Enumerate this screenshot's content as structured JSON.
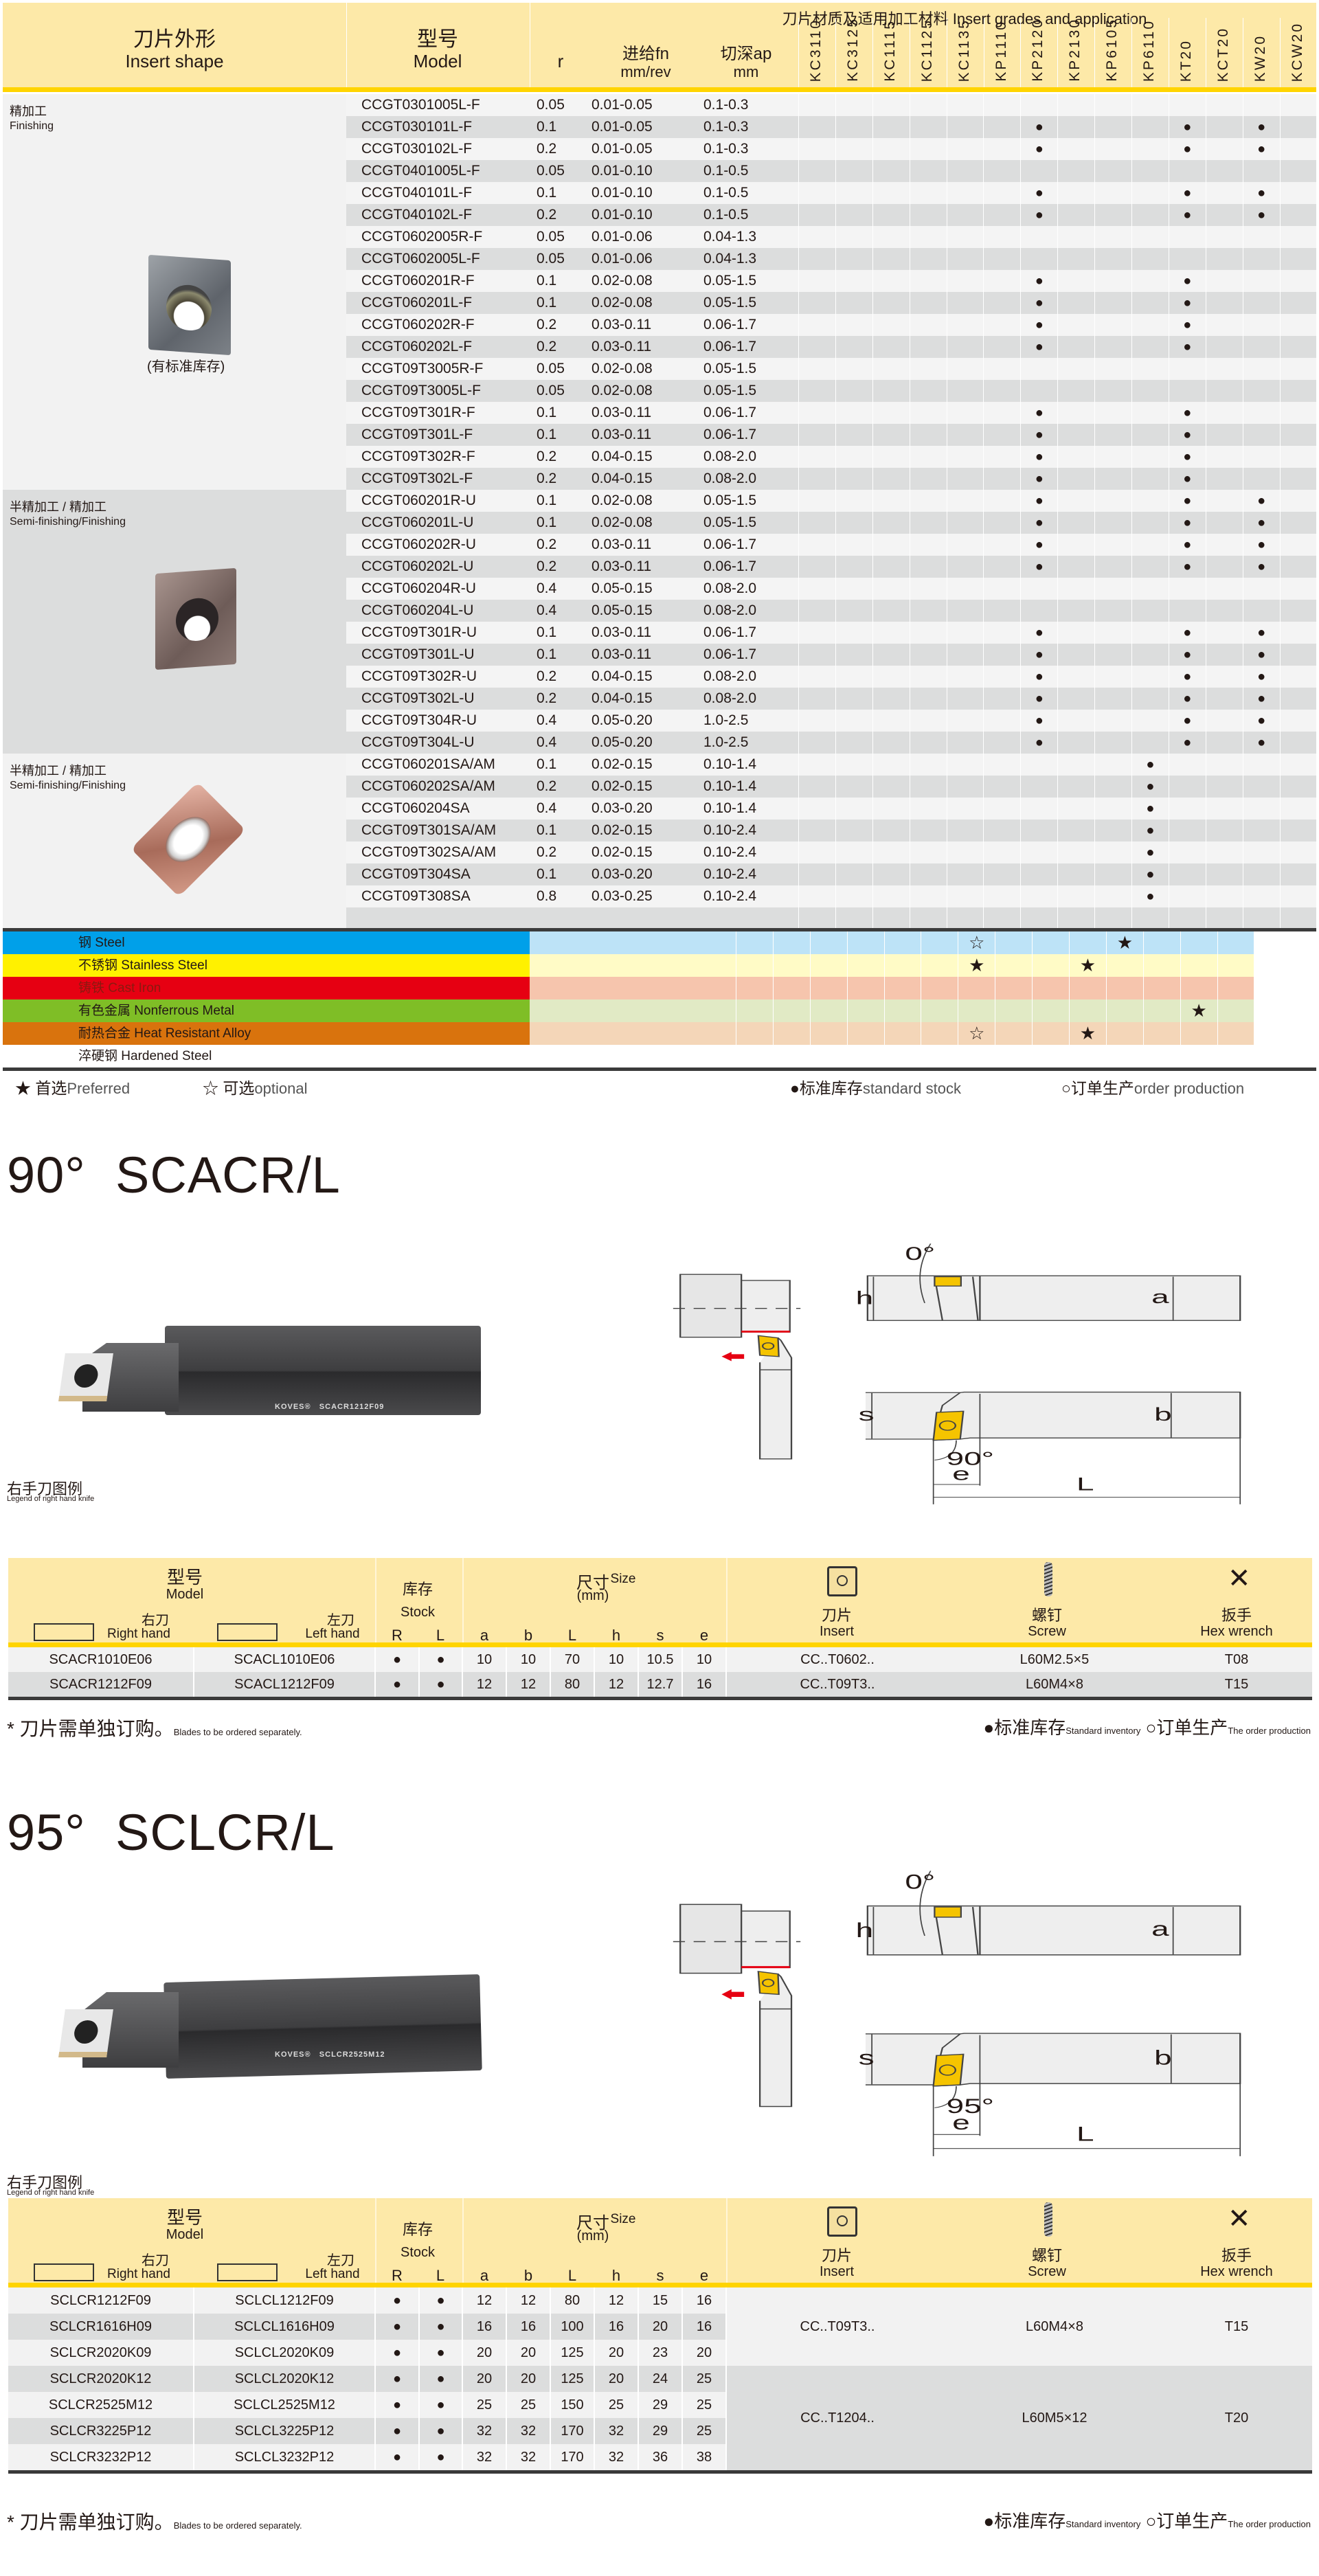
{
  "insert_table": {
    "header": {
      "shape_cn": "刀片外形",
      "shape_en": "Insert shape",
      "model_cn": "型号",
      "model_en": "Model",
      "r": "r",
      "fn_cn": "进给fn",
      "fn_unit": "mm/rev",
      "ap_cn": "切深ap",
      "ap_unit": "mm",
      "grades_title": "刀片材质及适用加工材料 Insert grades and application"
    },
    "grades": [
      "KC3110",
      "KC3125",
      "KC1115",
      "KC1125",
      "KC1135",
      "KP1110",
      "KP2120",
      "KP2130",
      "KP6105",
      "KP6110",
      "KT20",
      "KCT20",
      "KW20",
      "KCW20"
    ],
    "sections": [
      {
        "label_cn": "精加工",
        "label_en": "Finishing",
        "note": "(有标准库存)",
        "rows": [
          {
            "model": "CCGT0301005L-F",
            "r": "0.05",
            "fn": "0.01-0.05",
            "ap": "0.1-0.3",
            "marks": []
          },
          {
            "model": "CCGT030101L-F",
            "r": "0.1",
            "fn": "0.01-0.05",
            "ap": "0.1-0.3",
            "marks": [
              "KP2120",
              "KT20",
              "KW20"
            ]
          },
          {
            "model": "CCGT030102L-F",
            "r": "0.2",
            "fn": "0.01-0.05",
            "ap": "0.1-0.3",
            "marks": [
              "KP2120",
              "KT20",
              "KW20"
            ]
          },
          {
            "model": "CCGT0401005L-F",
            "r": "0.05",
            "fn": "0.01-0.10",
            "ap": "0.1-0.5",
            "marks": []
          },
          {
            "model": "CCGT040101L-F",
            "r": "0.1",
            "fn": "0.01-0.10",
            "ap": "0.1-0.5",
            "marks": [
              "KP2120",
              "KT20",
              "KW20"
            ]
          },
          {
            "model": "CCGT040102L-F",
            "r": "0.2",
            "fn": "0.01-0.10",
            "ap": "0.1-0.5",
            "marks": [
              "KP2120",
              "KT20",
              "KW20"
            ]
          },
          {
            "model": "CCGT0602005R-F",
            "r": "0.05",
            "fn": "0.01-0.06",
            "ap": "0.04-1.3",
            "marks": []
          },
          {
            "model": "CCGT0602005L-F",
            "r": "0.05",
            "fn": "0.01-0.06",
            "ap": "0.04-1.3",
            "marks": []
          },
          {
            "model": "CCGT060201R-F",
            "r": "0.1",
            "fn": "0.02-0.08",
            "ap": "0.05-1.5",
            "marks": [
              "KP2120",
              "KT20"
            ]
          },
          {
            "model": "CCGT060201L-F",
            "r": "0.1",
            "fn": "0.02-0.08",
            "ap": "0.05-1.5",
            "marks": [
              "KP2120",
              "KT20"
            ]
          },
          {
            "model": "CCGT060202R-F",
            "r": "0.2",
            "fn": "0.03-0.11",
            "ap": "0.06-1.7",
            "marks": [
              "KP2120",
              "KT20"
            ]
          },
          {
            "model": "CCGT060202L-F",
            "r": "0.2",
            "fn": "0.03-0.11",
            "ap": "0.06-1.7",
            "marks": [
              "KP2120",
              "KT20"
            ]
          },
          {
            "model": "CCGT09T3005R-F",
            "r": "0.05",
            "fn": "0.02-0.08",
            "ap": "0.05-1.5",
            "marks": []
          },
          {
            "model": "CCGT09T3005L-F",
            "r": "0.05",
            "fn": "0.02-0.08",
            "ap": "0.05-1.5",
            "marks": []
          },
          {
            "model": "CCGT09T301R-F",
            "r": "0.1",
            "fn": "0.03-0.11",
            "ap": "0.06-1.7",
            "marks": [
              "KP2120",
              "KT20"
            ]
          },
          {
            "model": "CCGT09T301L-F",
            "r": "0.1",
            "fn": "0.03-0.11",
            "ap": "0.06-1.7",
            "marks": [
              "KP2120",
              "KT20"
            ]
          },
          {
            "model": "CCGT09T302R-F",
            "r": "0.2",
            "fn": "0.04-0.15",
            "ap": "0.08-2.0",
            "marks": [
              "KP2120",
              "KT20"
            ]
          },
          {
            "model": "CCGT09T302L-F",
            "r": "0.2",
            "fn": "0.04-0.15",
            "ap": "0.08-2.0",
            "marks": [
              "KP2120",
              "KT20"
            ]
          }
        ]
      },
      {
        "label_cn": "半精加工 / 精加工",
        "label_en": "Semi-finishing/Finishing",
        "rows": [
          {
            "model": "CCGT060201R-U",
            "r": "0.1",
            "fn": "0.02-0.08",
            "ap": "0.05-1.5",
            "marks": [
              "KP2120",
              "KT20",
              "KW20"
            ]
          },
          {
            "model": "CCGT060201L-U",
            "r": "0.1",
            "fn": "0.02-0.08",
            "ap": "0.05-1.5",
            "marks": [
              "KP2120",
              "KT20",
              "KW20"
            ]
          },
          {
            "model": "CCGT060202R-U",
            "r": "0.2",
            "fn": "0.03-0.11",
            "ap": "0.06-1.7",
            "marks": [
              "KP2120",
              "KT20",
              "KW20"
            ]
          },
          {
            "model": "CCGT060202L-U",
            "r": "0.2",
            "fn": "0.03-0.11",
            "ap": "0.06-1.7",
            "marks": [
              "KP2120",
              "KT20",
              "KW20"
            ]
          },
          {
            "model": "CCGT060204R-U",
            "r": "0.4",
            "fn": "0.05-0.15",
            "ap": "0.08-2.0",
            "marks": []
          },
          {
            "model": "CCGT060204L-U",
            "r": "0.4",
            "fn": "0.05-0.15",
            "ap": "0.08-2.0",
            "marks": []
          },
          {
            "model": "CCGT09T301R-U",
            "r": "0.1",
            "fn": "0.03-0.11",
            "ap": "0.06-1.7",
            "marks": [
              "KP2120",
              "KT20",
              "KW20"
            ]
          },
          {
            "model": "CCGT09T301L-U",
            "r": "0.1",
            "fn": "0.03-0.11",
            "ap": "0.06-1.7",
            "marks": [
              "KP2120",
              "KT20",
              "KW20"
            ]
          },
          {
            "model": "CCGT09T302R-U",
            "r": "0.2",
            "fn": "0.04-0.15",
            "ap": "0.08-2.0",
            "marks": [
              "KP2120",
              "KT20",
              "KW20"
            ]
          },
          {
            "model": "CCGT09T302L-U",
            "r": "0.2",
            "fn": "0.04-0.15",
            "ap": "0.08-2.0",
            "marks": [
              "KP2120",
              "KT20",
              "KW20"
            ]
          },
          {
            "model": "CCGT09T304R-U",
            "r": "0.4",
            "fn": "0.05-0.20",
            "ap": "1.0-2.5",
            "marks": [
              "KP2120",
              "KT20",
              "KW20"
            ]
          },
          {
            "model": "CCGT09T304L-U",
            "r": "0.4",
            "fn": "0.05-0.20",
            "ap": "1.0-2.5",
            "marks": [
              "KP2120",
              "KT20",
              "KW20"
            ]
          }
        ]
      },
      {
        "label_cn": "半精加工 / 精加工",
        "label_en": "Semi-finishing/Finishing",
        "rows": [
          {
            "model": "CCGT060201SA/AM",
            "r": "0.1",
            "fn": "0.02-0.15",
            "ap": "0.10-1.4",
            "marks": [
              "KP6110"
            ]
          },
          {
            "model": "CCGT060202SA/AM",
            "r": "0.2",
            "fn": "0.02-0.15",
            "ap": "0.10-1.4",
            "marks": [
              "KP6110"
            ]
          },
          {
            "model": "CCGT060204SA",
            "r": "0.4",
            "fn": "0.03-0.20",
            "ap": "0.10-1.4",
            "marks": [
              "KP6110"
            ]
          },
          {
            "model": "CCGT09T301SA/AM",
            "r": "0.1",
            "fn": "0.02-0.15",
            "ap": "0.10-2.4",
            "marks": [
              "KP6110"
            ]
          },
          {
            "model": "CCGT09T302SA/AM",
            "r": "0.2",
            "fn": "0.02-0.15",
            "ap": "0.10-2.4",
            "marks": [
              "KP6110"
            ]
          },
          {
            "model": "CCGT09T304SA",
            "r": "0.1",
            "fn": "0.03-0.20",
            "ap": "0.10-2.4",
            "marks": [
              "KP6110"
            ]
          },
          {
            "model": "CCGT09T308SA",
            "r": "0.8",
            "fn": "0.03-0.25",
            "ap": "0.10-2.4",
            "marks": [
              "KP6110"
            ]
          }
        ]
      }
    ],
    "stock_mark": "●",
    "materials": [
      {
        "label": "钢 Steel",
        "color": "#00a0e9",
        "tint": "#bde3f7",
        "text_color": "#231815",
        "marks": {
          "KP2120": "☆",
          "KT20": "★"
        }
      },
      {
        "label": "不锈钢 Stainless Steel",
        "color": "#fff100",
        "tint": "#fffbc6",
        "text_color": "#231815",
        "marks": {
          "KP2120": "★",
          "KP6110": "★"
        }
      },
      {
        "label": "铸铁 Cast Iron",
        "color": "#e60012",
        "tint": "#f6c5ad",
        "text_color": "#8a1a10",
        "marks": {}
      },
      {
        "label": "有色金属 Nonferrous Metal",
        "color": "#7fbe26",
        "tint": "#e1eac5",
        "text_color": "#231815",
        "marks": {
          "KW20": "★"
        }
      },
      {
        "label": "耐热合金 Heat Resistant Alloy",
        "color": "#d9730d",
        "tint": "#f4d6b8",
        "text_color": "#231815",
        "marks": {
          "KP2120": "☆",
          "KP6110": "★"
        }
      },
      {
        "label": "淬硬钢 Hardened Steel",
        "color": "#ffffff",
        "tint": "#ffffff",
        "text_color": "#231815",
        "marks": {}
      }
    ],
    "legend": {
      "preferred_mark": "★",
      "preferred_cn": "首选",
      "preferred_en": "Preferred",
      "optional_mark": "☆",
      "optional_cn": "可选",
      "optional_en": "optional",
      "stock_mark": "●",
      "stock_cn": "标准库存",
      "stock_en": "standard stock",
      "order_mark": "○",
      "order_cn": "订单生产",
      "order_en": "order production"
    }
  },
  "tool_table_header": {
    "model_cn": "型号",
    "model_en": "Model",
    "right_cn": "右刀",
    "right_en": "Right hand",
    "left_cn": "左刀",
    "left_en": "Left hand",
    "stock_cn": "库存",
    "stock_en": "Stock",
    "R": "R",
    "L": "L",
    "size_cn": "尺寸",
    "size_en": "Size",
    "size_unit": "(mm)",
    "dims": [
      "a",
      "b",
      "L",
      "h",
      "s",
      "e"
    ],
    "insert_cn": "刀片",
    "insert_en": "Insert",
    "screw_cn": "螺钉",
    "screw_en": "Screw",
    "wrench_cn": "扳手",
    "wrench_en": "Hex wrench"
  },
  "footer": {
    "note_cn": "* 刀片需单独订购。",
    "note_en": "Blades to be ordered separately.",
    "stock_mark": "●",
    "stock_cn": "标准库存",
    "stock_en": "Standard inventory",
    "order_mark": "○",
    "order_cn": "订单生产",
    "order_en": "The order production"
  },
  "holders": [
    {
      "angle": "90°",
      "name": "SCACR/L",
      "photo_brand": "KOVES®",
      "photo_model": "SCACR1212F09",
      "caption_cn": "右手刀图例",
      "caption_en": "Legend of right hand knife",
      "diagram": {
        "rake": "0°",
        "lead": "90°",
        "h": "h",
        "a": "a",
        "s": "s",
        "b": "b",
        "e": "e",
        "L": "L"
      },
      "rows": [
        {
          "right": "SCACR1010E06",
          "left": "SCACL1010E06",
          "R": "●",
          "L": "●",
          "a": "10",
          "b": "10",
          "len": "70",
          "h": "10",
          "s": "10.5",
          "e": "10",
          "insert": "CC..T0602..",
          "screw": "L60M2.5×5",
          "wrench": "T08"
        },
        {
          "right": "SCACR1212F09",
          "left": "SCACL1212F09",
          "R": "●",
          "L": "●",
          "a": "12",
          "b": "12",
          "len": "80",
          "h": "12",
          "s": "12.7",
          "e": "16",
          "insert": "CC..T09T3..",
          "screw": "L60M4×8",
          "wrench": "T15"
        }
      ],
      "groups": [
        {
          "rows": 1
        },
        {
          "rows": 1
        }
      ]
    },
    {
      "angle": "95°",
      "name": "SCLCR/L",
      "photo_brand": "KOVES®",
      "photo_model": "SCLCR2525M12",
      "caption_cn": "右手刀图例",
      "caption_en": "Legend of right hand knife",
      "diagram": {
        "rake": "0°",
        "lead": "95°",
        "h": "h",
        "a": "a",
        "s": "s",
        "b": "b",
        "e": "e",
        "L": "L"
      },
      "rows": [
        {
          "right": "SCLCR1212F09",
          "left": "SCLCL1212F09",
          "R": "●",
          "L": "●",
          "a": "12",
          "b": "12",
          "len": "80",
          "h": "12",
          "s": "15",
          "e": "16",
          "insert": "CC..T09T3..",
          "screw": "L60M4×8",
          "wrench": "T15"
        },
        {
          "right": "SCLCR1616H09",
          "left": "SCLCL1616H09",
          "R": "●",
          "L": "●",
          "a": "16",
          "b": "16",
          "len": "100",
          "h": "16",
          "s": "20",
          "e": "16"
        },
        {
          "right": "SCLCR2020K09",
          "left": "SCLCL2020K09",
          "R": "●",
          "L": "●",
          "a": "20",
          "b": "20",
          "len": "125",
          "h": "20",
          "s": "23",
          "e": "20"
        },
        {
          "right": "SCLCR2020K12",
          "left": "SCLCL2020K12",
          "R": "●",
          "L": "●",
          "a": "20",
          "b": "20",
          "len": "125",
          "h": "20",
          "s": "24",
          "e": "25",
          "insert": "CC..T1204..",
          "screw": "L60M5×12",
          "wrench": "T20"
        },
        {
          "right": "SCLCR2525M12",
          "left": "SCLCL2525M12",
          "R": "●",
          "L": "●",
          "a": "25",
          "b": "25",
          "len": "150",
          "h": "25",
          "s": "29",
          "e": "25"
        },
        {
          "right": "SCLCR3225P12",
          "left": "SCLCL3225P12",
          "R": "●",
          "L": "●",
          "a": "32",
          "b": "32",
          "len": "170",
          "h": "32",
          "s": "29",
          "e": "25"
        },
        {
          "right": "SCLCR3232P12",
          "left": "SCLCL3232P12",
          "R": "●",
          "L": "●",
          "a": "32",
          "b": "32",
          "len": "170",
          "h": "32",
          "s": "36",
          "e": "38"
        }
      ],
      "groups": [
        {
          "rows": 3
        },
        {
          "rows": 4
        }
      ]
    }
  ]
}
